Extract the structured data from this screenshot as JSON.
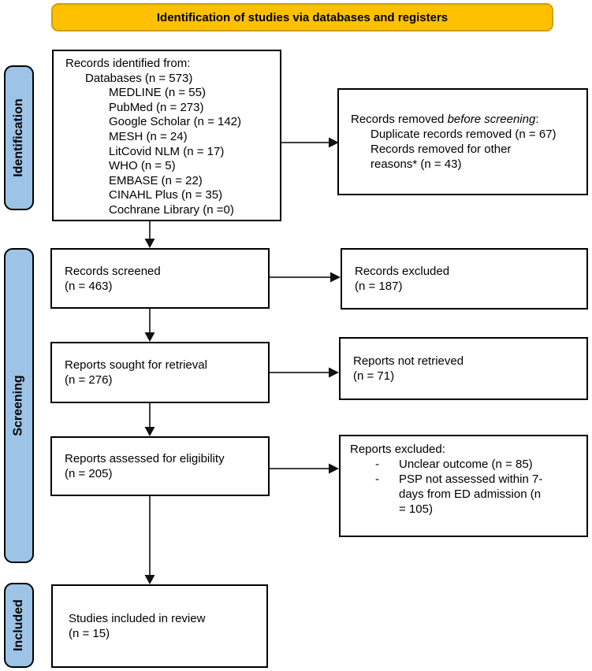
{
  "header": {
    "label": "Identification of studies via databases and registers"
  },
  "stages": [
    {
      "label": "Identification"
    },
    {
      "label": "Screening"
    },
    {
      "label": "Included"
    }
  ],
  "boxes": {
    "identified": {
      "lines": [
        "Records identified from:",
        "Databases (n = 573)",
        "MEDLINE (n = 55)",
        "PubMed (n = 273)",
        "Google Scholar (n = 142)",
        "MESH (n = 24)",
        "LitCovid NLM (n = 17)",
        "WHO (n = 5)",
        "EMBASE (n = 22)",
        "CINAHL Plus (n = 35)",
        "Cochrane Library (n =0)"
      ]
    },
    "removed": {
      "title_prefix": "Records removed ",
      "title_italic": "before screening",
      "title_suffix": ":",
      "lines": [
        "Duplicate records removed (n = 67)",
        "Records removed for other",
        "reasons* (n = 43)"
      ]
    },
    "screened": {
      "line1": "Records screened",
      "line2": "(n = 463)"
    },
    "excluded": {
      "line1": "Records excluded",
      "line2": "(n = 187)"
    },
    "sought": {
      "line1": "Reports sought for retrieval",
      "line2": "(n = 276)"
    },
    "not_retrieved": {
      "line1": "Reports not retrieved",
      "line2": "(n = 71)"
    },
    "assessed": {
      "line1": "Reports assessed for eligibility",
      "line2": "(n = 205)"
    },
    "reports_excluded": {
      "title": "Reports excluded:",
      "items": [
        {
          "dash": "-",
          "text": "Unclear outcome (n = 85)"
        },
        {
          "dash": "-",
          "text": "PSP not assessed within 7-days from ED admission (n = 105)"
        }
      ]
    },
    "included": {
      "line1": "Studies included in review",
      "line2": "(n = 15)"
    }
  },
  "colors": {
    "header_fill": "#FFC000",
    "header_border": "#D39E00",
    "stage_fill": "#9DC3E6",
    "stage_border": "#000000",
    "box_border": "#000000",
    "arrow_line": "#3F3F3F",
    "arrow_head": "#111111",
    "text": "#000000"
  }
}
